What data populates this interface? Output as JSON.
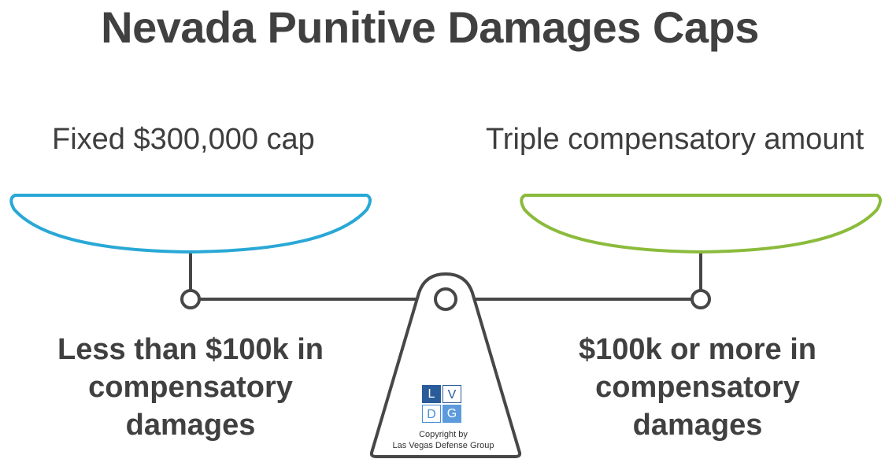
{
  "title": "Nevada Punitive Damages Caps",
  "left_pan": {
    "label": "Fixed $300,000 cap",
    "condition_lines": [
      "Less than $100k in",
      "compensatory",
      "damages"
    ],
    "color": "#29a8d6"
  },
  "right_pan": {
    "label": "Triple compensatory amount",
    "condition_lines": [
      "$100k or more in",
      "compensatory",
      "damages"
    ],
    "color": "#8bbb3c"
  },
  "scale_color": "#474747",
  "logo": {
    "letters": [
      "L",
      "V",
      "D",
      "G"
    ],
    "icon": "lvdg-logo"
  },
  "copyright_lines": [
    "Copyright by",
    "Las Vegas Defense Group"
  ]
}
